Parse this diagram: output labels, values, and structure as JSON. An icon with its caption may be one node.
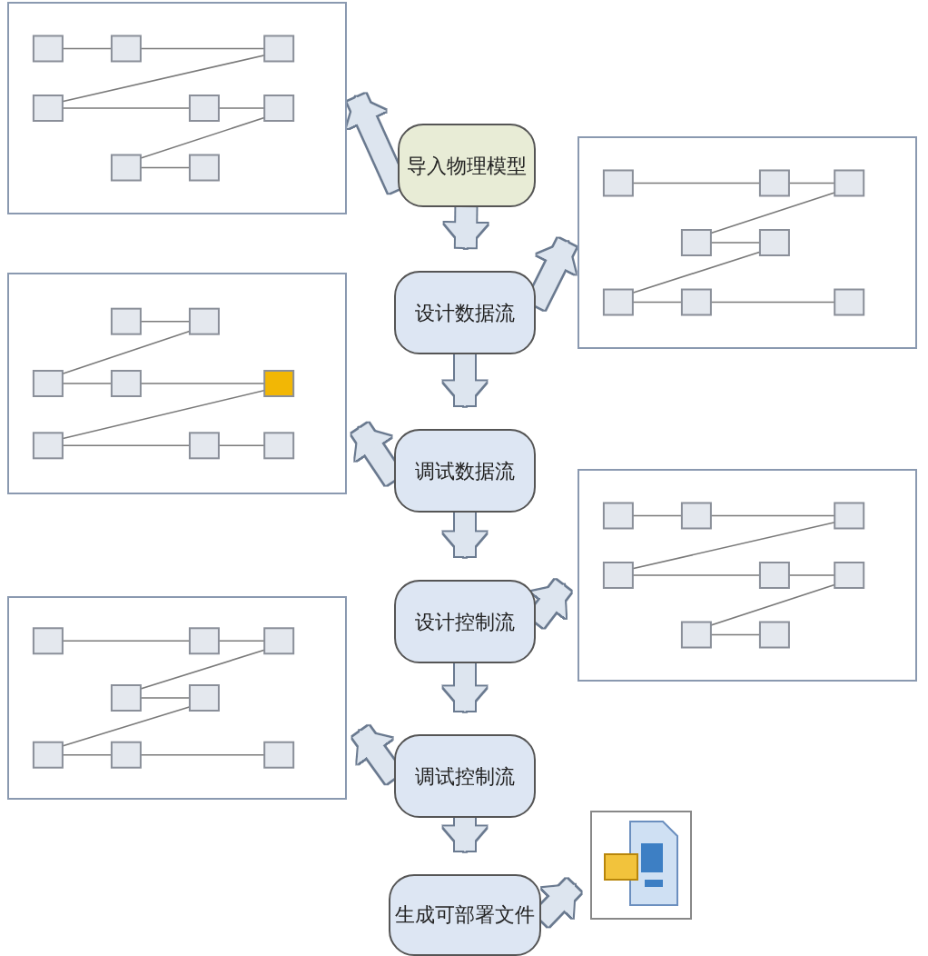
{
  "diagram": {
    "nodes": [
      {
        "text": [
          "导入物理模型"
        ]
      },
      {
        "text": [
          "设计数据流"
        ]
      },
      {
        "text": [
          "调试数据流"
        ]
      },
      {
        "text": [
          "设计控制流"
        ]
      },
      {
        "text": [
          "调试控制流"
        ]
      },
      {
        "text": [
          "生成可部署文件"
        ]
      },
      {
        "text": [],
        "shape": "picture"
      },
      {
        "text": [],
        "shape": "picture"
      },
      {
        "text": [],
        "shape": "picture"
      },
      {
        "text": [],
        "shape": "picture"
      },
      {
        "text": [],
        "shape": "picture"
      },
      {
        "text": [],
        "shape": "picture"
      }
    ],
    "edges": [
      {
        "from": 0,
        "to": 6,
        "arrow": "to"
      },
      {
        "from": 0,
        "to": 1,
        "arrow": "to"
      },
      {
        "from": 1,
        "to": 7,
        "arrow": "to"
      },
      {
        "from": 1,
        "to": 2,
        "arrow": "to"
      },
      {
        "from": 2,
        "to": 8,
        "arrow": "to"
      },
      {
        "from": 2,
        "to": 3,
        "arrow": "to"
      },
      {
        "from": 3,
        "to": 9,
        "arrow": "to"
      },
      {
        "from": 3,
        "to": 4,
        "arrow": "to"
      },
      {
        "from": 4,
        "to": 10,
        "arrow": "to"
      },
      {
        "from": 4,
        "to": 5,
        "arrow": "to"
      },
      {
        "from": 5,
        "to": 11,
        "arrow": "to"
      }
    ]
  }
}
